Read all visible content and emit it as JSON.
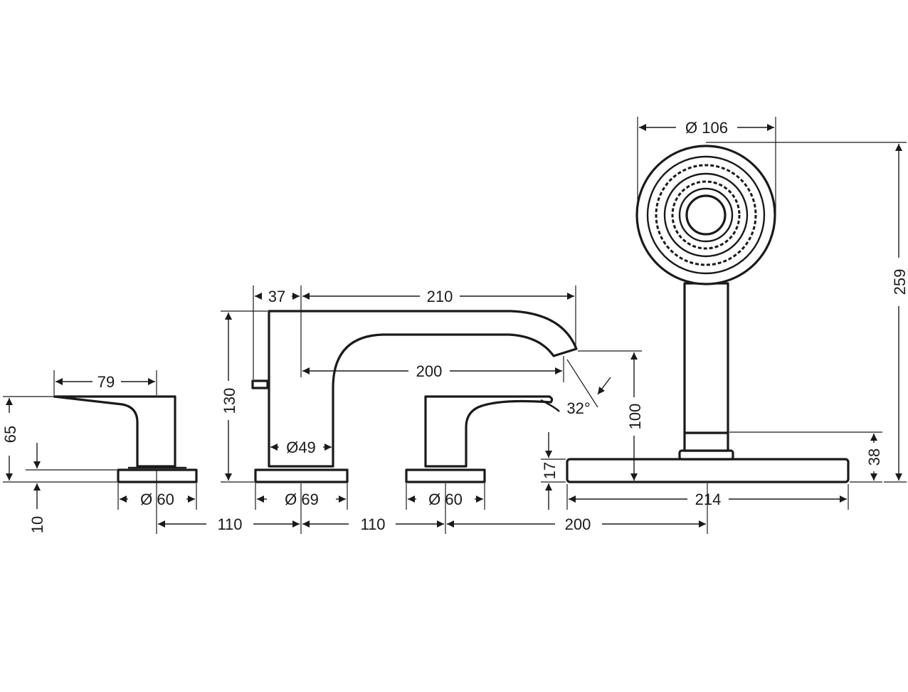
{
  "dimensions": {
    "lever_width": "79",
    "lever_height": "65",
    "base_thickness": "10",
    "left_rosette": "Ø 60",
    "spacing_1": "110",
    "spacing_2": "110",
    "spacing_3": "200",
    "spout_offset": "37",
    "spout_reach": "210",
    "spout_inner_reach": "200",
    "spout_height": "130",
    "spout_body": "Ø49",
    "spout_rosette": "Ø 69",
    "right_rosette": "Ø 60",
    "spout_angle": "32°",
    "holder_clearance": "100",
    "plate_thickness": "17",
    "plate_width": "214",
    "holder_height": "38",
    "shower_head": "Ø 106",
    "overall_height": "259"
  }
}
